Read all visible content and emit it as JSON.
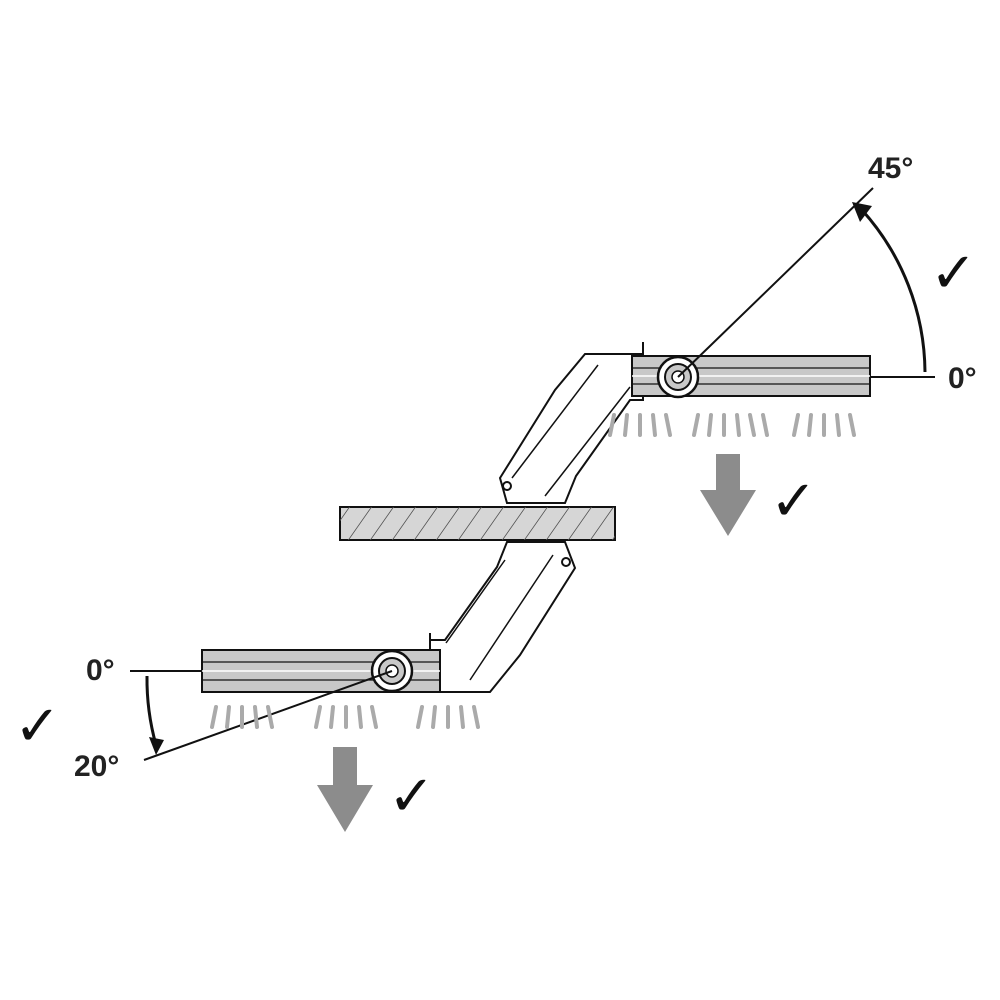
{
  "upper_lamp": {
    "angle_max_label": "45°",
    "angle_zero_label": "0°",
    "tilt_check": "✓",
    "beam_check": "✓"
  },
  "lower_lamp": {
    "angle_zero_label": "0°",
    "angle_max_label": "20°",
    "tilt_check": "✓",
    "beam_check": "✓"
  },
  "colors": {
    "line": "#111111",
    "bar_fill": "#c8c8c8",
    "arrow": "#8c8c8c",
    "light_rays": "#aaaaaa",
    "hatch": "#555555"
  }
}
